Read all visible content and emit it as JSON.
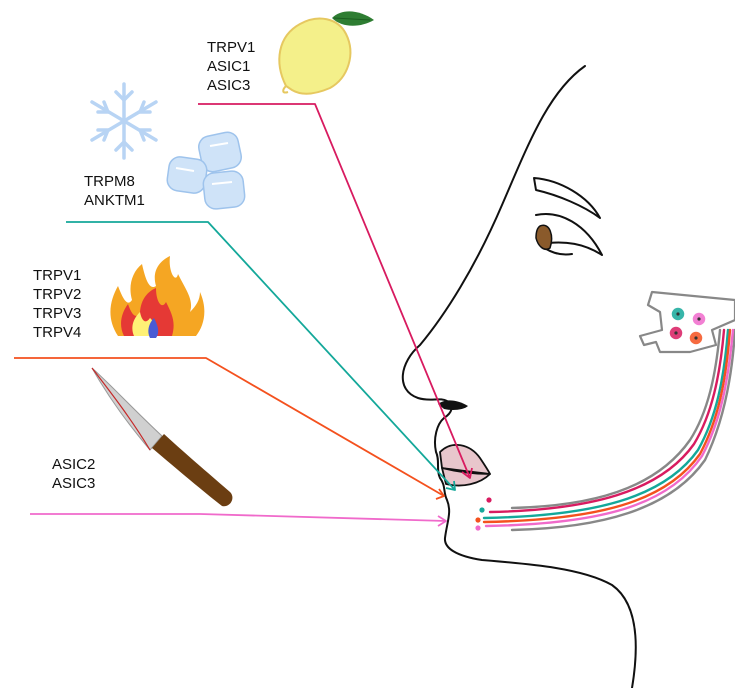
{
  "stimuli": [
    {
      "id": "acid",
      "icon": "lemon-icon",
      "color": "#d81b60",
      "channels": [
        "TRPV1",
        "ASIC1",
        "ASIC3"
      ]
    },
    {
      "id": "cold",
      "icon": "ice-icon",
      "color": "#14a89a",
      "channels": [
        "TRPM8",
        "ANKTM1"
      ]
    },
    {
      "id": "heat",
      "icon": "fire-icon",
      "color": "#f4511e",
      "channels": [
        "TRPV1",
        "TRPV2",
        "TRPV3",
        "TRPV4"
      ]
    },
    {
      "id": "mechanical",
      "icon": "knife-icon",
      "color": "#f06acb",
      "channels": [
        "ASIC2",
        "ASIC3"
      ]
    }
  ],
  "colors": {
    "lemon": "#f4f08a",
    "lemon_outline": "#e6c860",
    "leaf": "#2e7d32",
    "snowflake": "#b8d4f4",
    "ice": "#cfe3f8",
    "flame_outer": "#f5a623",
    "flame_inner": "#e53935",
    "flame_core": "#fff176",
    "knife_blade": "#d0d0d0",
    "knife_handle": "#6b3e12",
    "iris": "#8a5a2b",
    "lips": "#e8c6cc",
    "ganglion": "#888888"
  }
}
